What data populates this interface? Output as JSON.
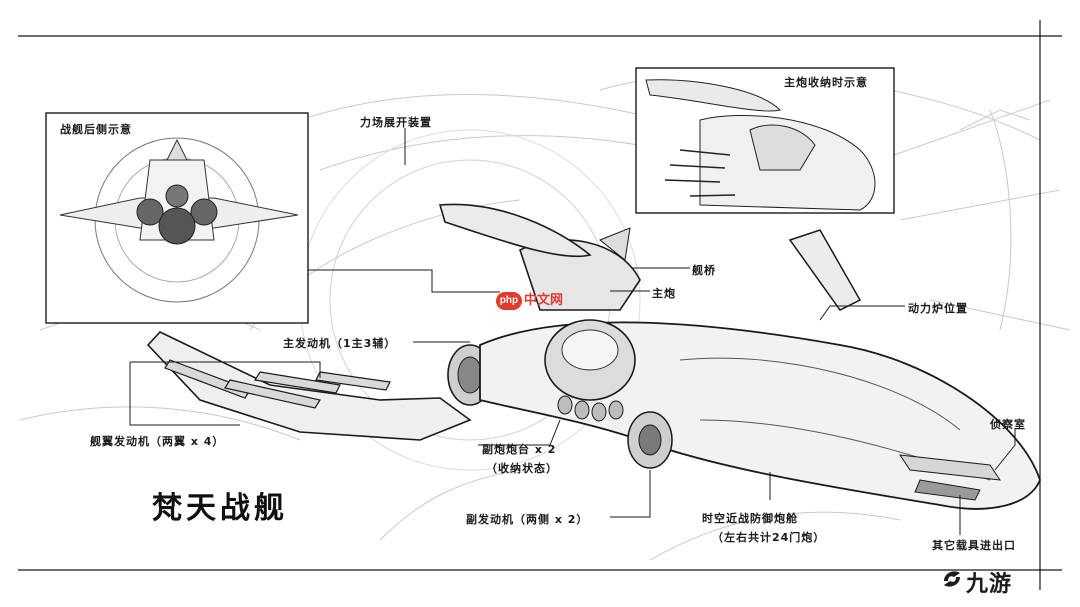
{
  "title": "梵天战舰",
  "insets": {
    "rear_view": "战舰后侧示意",
    "cannon_stowed": "主炮收纳时示意"
  },
  "callouts": {
    "force_field": "力场展开装置",
    "bridge": "舰桥",
    "main_cannon": "主炮",
    "reactor": "动力炉位置",
    "main_engine": "主发动机（1主3辅）",
    "wing_engine": "舰翼发动机（两翼 x 4）",
    "secondary_turret": "副炮炮台 x 2",
    "secondary_turret_state": "（收纳状态）",
    "recon": "侦察室",
    "sub_engine": "副发动机（两侧 x 2）",
    "spacetime_defense": "时空近战防御炮舱",
    "spacetime_defense_count": "（左右共计24门炮）",
    "carrier_exit": "其它载具进出口"
  },
  "watermarks": {
    "php_badge": "php",
    "php_site": "中文网",
    "logo": "九游"
  },
  "colors": {
    "ink": "#1a1a1a",
    "sketch": "#b8b8b8",
    "watermark_red": "#e23a2e"
  }
}
